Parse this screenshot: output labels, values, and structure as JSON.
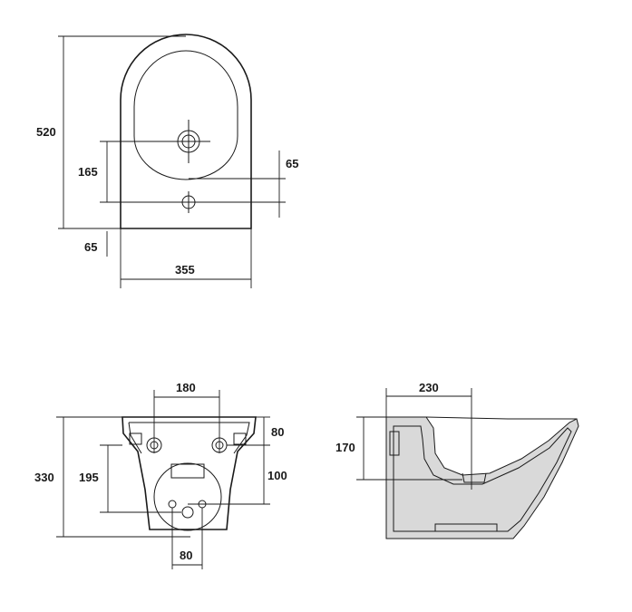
{
  "drawing": {
    "top_view": {
      "dim_length": "520",
      "dim_hole_to_edge": "165",
      "dim_hole_offset": "65",
      "dim_rear_offset": "65",
      "dim_width": "355"
    },
    "rear_view": {
      "dim_bolt_spacing": "180",
      "dim_height": "330",
      "dim_bolt_drop": "80",
      "dim_outlet_height": "195",
      "dim_outlet_drop": "100",
      "dim_pipe_spacing": "80"
    },
    "side_view": {
      "dim_outlet_depth": "230",
      "dim_outlet_level": "170"
    }
  }
}
